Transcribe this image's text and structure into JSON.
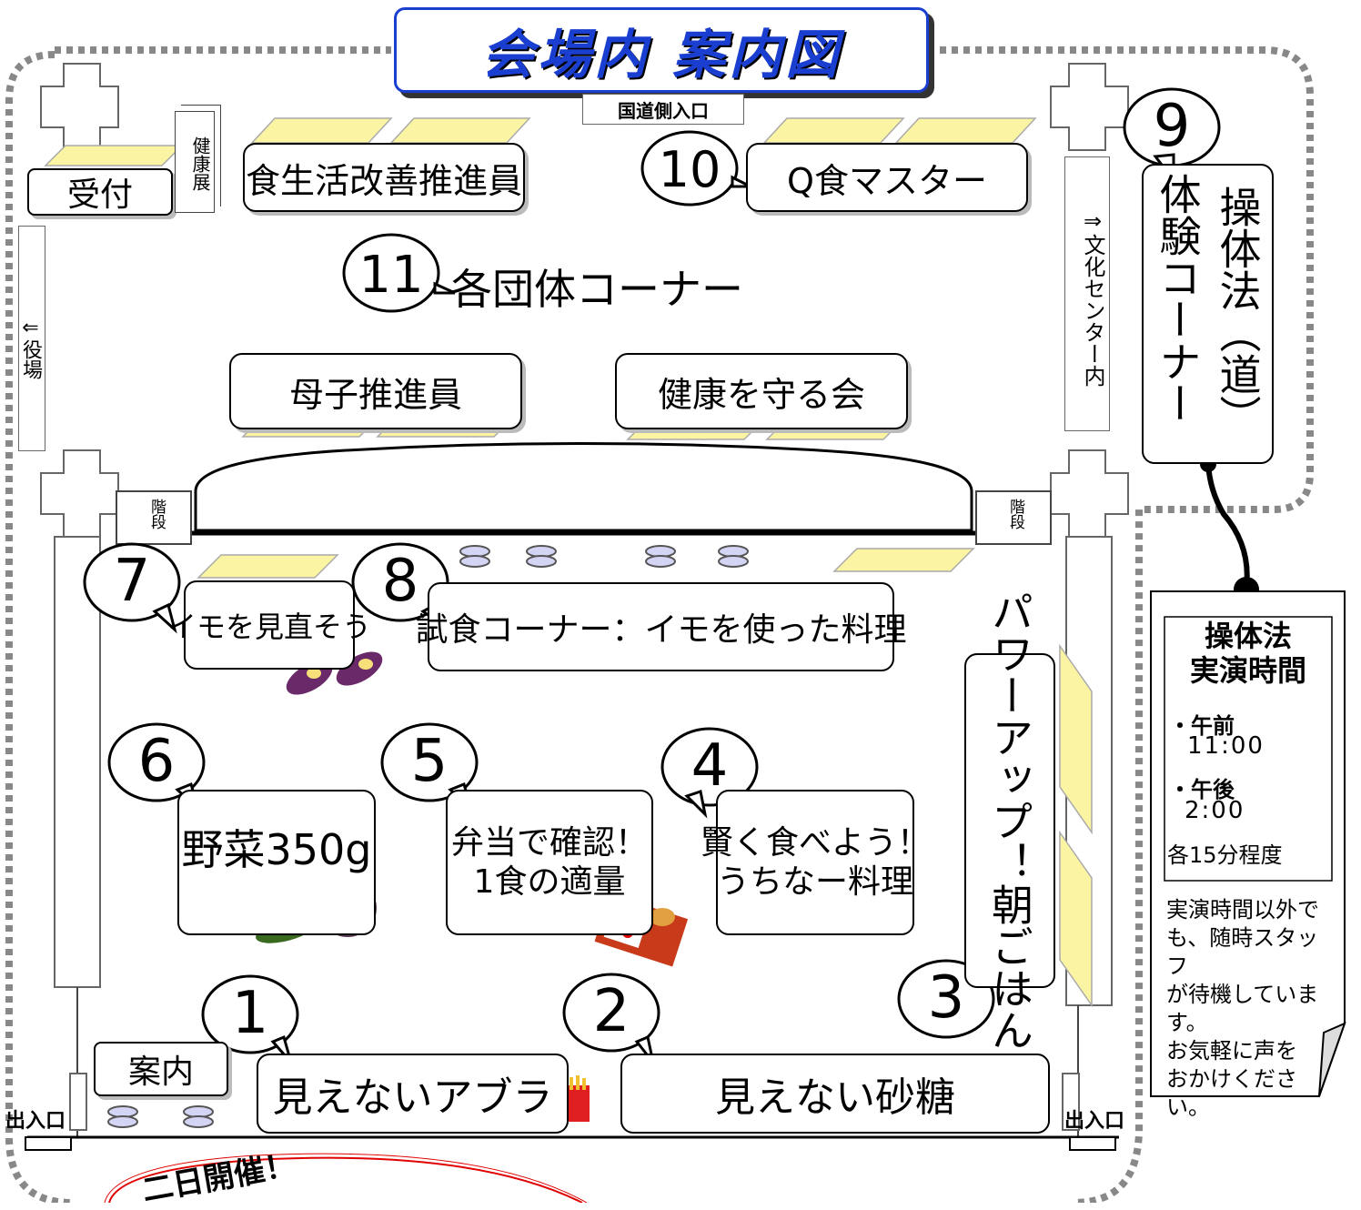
{
  "title": "会場内 案内図",
  "gate_top": "国道側入口",
  "entrance_left": "出入口",
  "entrance_right": "出入口",
  "side_left": "⇐役場",
  "side_right": "⇒文化センター内",
  "stairs_label": "階段",
  "reception": "受付",
  "health_exhibit": "健康展",
  "guide": "案内",
  "booths": [
    {
      "num": "1",
      "label": "見えないアブラ"
    },
    {
      "num": "2",
      "label": "見えない砂糖"
    },
    {
      "num": "3",
      "label": "パワーアップ！朝ごはん"
    },
    {
      "num": "4",
      "label_line1": "賢く食べよう！",
      "label_line2": "うちなー料理"
    },
    {
      "num": "5",
      "label_line1": "弁当で確認！",
      "label_line2": "1食の適量"
    },
    {
      "num": "6",
      "label": "野菜350g"
    },
    {
      "num": "7",
      "label": "イモを見直そう"
    },
    {
      "num": "8",
      "label": "試食コーナー：イモを使った料理"
    },
    {
      "num": "9",
      "label_col1": "操体法（道）",
      "label_col2": "体験コーナー"
    },
    {
      "num": "10",
      "label": "Q食マスター"
    },
    {
      "num": "11",
      "label": "各団体コーナー"
    }
  ],
  "groups": {
    "food_life": "食生活改善推進員",
    "mother_child": "母子推進員",
    "health_guard": "健康を守る会"
  },
  "schedule": {
    "title_line1": "操体法",
    "title_line2": "実演時間",
    "am_label": "・午前",
    "am_time": "11:00",
    "pm_label": "・午後",
    "pm_time": "2:00",
    "duration": "各15分程度",
    "note_lines": [
      "実演時間以外で",
      "も、随時スタッフ",
      "が待機していま",
      "す。",
      "お気軽に声を",
      "おかけください。"
    ]
  },
  "bottom_banner": "二日開催！",
  "colors": {
    "title_blue": "#1a3fd0",
    "table_yellow": "#fbf5a3",
    "chair_purple": "#d4d4f4",
    "sun_red": "#e61a1a",
    "banner_red": "#e00000"
  }
}
